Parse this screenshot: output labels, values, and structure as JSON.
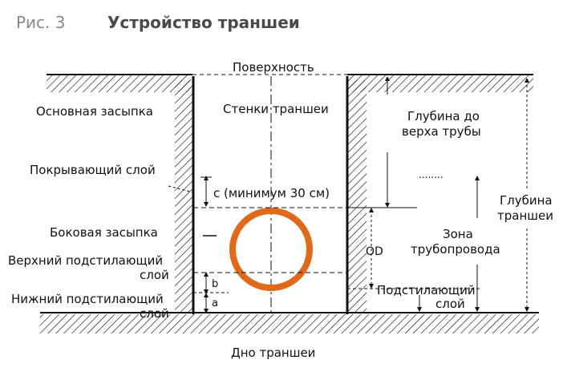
{
  "header": {
    "figure_number": "Рис. 3",
    "title": "Устройство траншеи"
  },
  "labels": {
    "surface": "Поверхность",
    "trench_walls": "Стенки траншеи",
    "main_backfill": "Основная засыпка",
    "covering_layer": "Покрывающий слой",
    "side_backfill": "Боковая засыпка",
    "upper_bedding_1": "Верхний подстилающий",
    "upper_bedding_2": "слой",
    "lower_bedding_1": "Нижний подстилающий",
    "lower_bedding_2": "слой",
    "trench_bottom": "Дно траншеи",
    "min_cover": "c (минимум 30 см)",
    "depth_to_top_1": "Глубина до",
    "depth_to_top_2": "верха трубы",
    "trench_depth_1": "Глубина",
    "trench_depth_2": "траншеи",
    "pipe_zone_1": "Зона",
    "pipe_zone_2": "трубопровода",
    "bedding_1": "Подстилающий",
    "bedding_2": "слой",
    "od": "OD",
    "dim_b": "b",
    "dim_a": "a",
    "dots": "........"
  },
  "colors": {
    "pipe": "#e06a1c",
    "lines": "#111111",
    "figure_number": "#8a8a8a",
    "title": "#4a4a4a"
  }
}
